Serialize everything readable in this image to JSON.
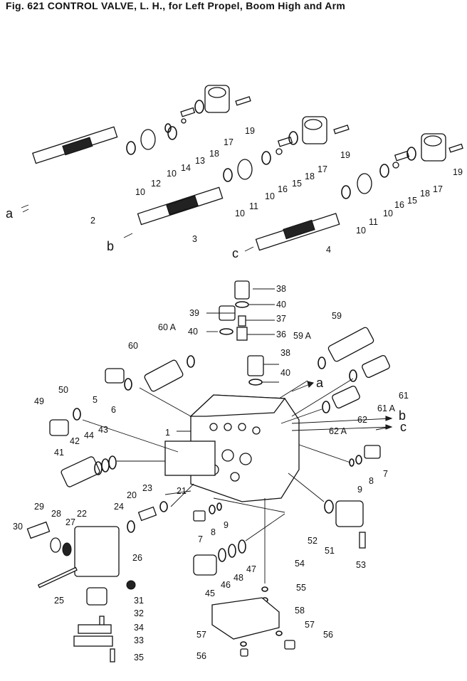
{
  "title": "Fig. 621   CONTROL VALVE, L. H., for Left Propel, Boom High and Arm",
  "callouts": {
    "a1": "a",
    "b1": "b",
    "c1": "c",
    "a2": "a",
    "b2": "b",
    "c2": "c",
    "p1": "1",
    "p2": "2",
    "p3": "3",
    "p4": "4",
    "p5": "5",
    "p6": "6",
    "p7a": "7",
    "p7b": "7",
    "p8a": "8",
    "p8b": "8",
    "p9a": "9",
    "p9b": "9",
    "p10a": "10",
    "p10b": "10",
    "p10c": "10",
    "p10d": "10",
    "p10e": "10",
    "p10f": "10",
    "p11a": "11",
    "p11b": "11",
    "p12": "12",
    "p13": "13",
    "p14": "14",
    "p15a": "15",
    "p15b": "15",
    "p16a": "16",
    "p16b": "16",
    "p17a": "17",
    "p17b": "17",
    "p17c": "17",
    "p18a": "18",
    "p18b": "18",
    "p18c": "18",
    "p19a": "19",
    "p19b": "19",
    "p19c": "19",
    "p20": "20",
    "p21": "21",
    "p22": "22",
    "p23": "23",
    "p24": "24",
    "p25": "25",
    "p26": "26",
    "p27": "27",
    "p28": "28",
    "p29": "29",
    "p30": "30",
    "p31": "31",
    "p32": "32",
    "p33": "33",
    "p34": "34",
    "p35": "35",
    "p36": "36",
    "p37": "37",
    "p38a": "38",
    "p38b": "38",
    "p39": "39",
    "p40a": "40",
    "p40b": "40",
    "p40c": "40",
    "p41": "41",
    "p42": "42",
    "p43": "43",
    "p44": "44",
    "p45": "45",
    "p46": "46",
    "p47": "47",
    "p48": "48",
    "p49": "49",
    "p50": "50",
    "p51": "51",
    "p52": "52",
    "p53": "53",
    "p54": "54",
    "p55": "55",
    "p56a": "56",
    "p56b": "56",
    "p57a": "57",
    "p57b": "57",
    "p58": "58",
    "p59": "59",
    "p59a": "59 A",
    "p60": "60",
    "p60a": "60 A",
    "p61": "61",
    "p61a": "61 A",
    "p62": "62",
    "p62a": "62 A"
  }
}
